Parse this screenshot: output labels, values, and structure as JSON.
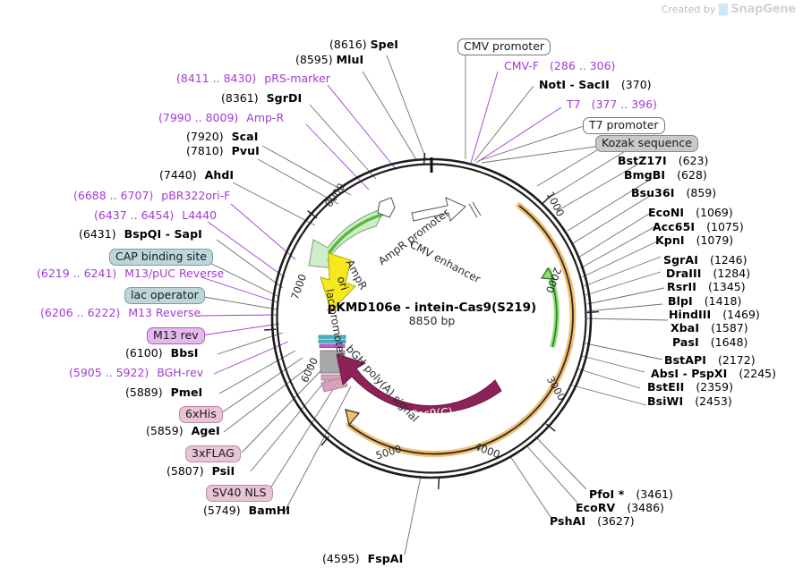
{
  "watermark": {
    "prefix": "Created by",
    "brand": "SnapGene",
    "icon": "snapgene-drop-icon"
  },
  "plasmid": {
    "name": "pKMD106e - intein-Cas9(S219)",
    "size": "8850 bp",
    "total_bp": 8850,
    "tick_labels": [
      "1000",
      "2000",
      "3000",
      "4000",
      "5000",
      "6000",
      "7000",
      "8000"
    ]
  },
  "colors": {
    "enzyme_text": "#000000",
    "primer_text": "#a23bd6",
    "backbone": "#1c1c1c",
    "ampr_fill": "#ccefc8",
    "ampr_stroke": "#8fbd8a",
    "ampr_arrow": "#49a832",
    "ori_fill": "#f7e81e",
    "ori_stroke": "#c9bc0c",
    "cas9_fill": "#8c2257",
    "orange_arc": "#f0b24a",
    "green_arc": "#6fbf3f",
    "gray_feature": "#a8a8a8",
    "pink_feature": "#d9a0bb",
    "teal_feature": "#3fb6c8",
    "magenta_feature": "#c060c9"
  },
  "center_features": [
    {
      "name": "AmpR",
      "label": "AmpR",
      "type": "cds"
    },
    {
      "name": "AmpR promoter",
      "label": "AmpR promoter",
      "type": "promoter"
    },
    {
      "name": "CMV enhancer",
      "label": "CMV enhancer",
      "type": "enhancer"
    },
    {
      "name": "ori",
      "label": "ori",
      "type": "rep_origin"
    },
    {
      "name": "lac promoter",
      "label": "lac promoter",
      "type": "promoter"
    },
    {
      "name": "bGH poly(A) signal",
      "label": "bGH poly(A) signal",
      "type": "polyA"
    },
    {
      "name": "Cas9(C)",
      "label": "Cas9(C)",
      "type": "cds"
    }
  ],
  "labels_top": [
    {
      "kind": "enzyme",
      "pos": "(8616)",
      "name": "SpeI"
    },
    {
      "kind": "enzyme",
      "pos": "(8595)",
      "name": "MluI"
    },
    {
      "kind": "boxed",
      "style": "white",
      "name": "CMV promoter"
    },
    {
      "kind": "primer",
      "name": "CMV-F",
      "pos": "(286 .. 306)"
    },
    {
      "kind": "enzyme",
      "name": "NotI  -  SacII",
      "pos": "(370)"
    },
    {
      "kind": "primer",
      "name": "T7",
      "pos": "(377 .. 396)"
    },
    {
      "kind": "boxed",
      "style": "white",
      "name": "T7 promoter"
    },
    {
      "kind": "boxed",
      "style": "gray",
      "name": "Kozak sequence"
    }
  ],
  "labels_left": [
    {
      "kind": "primer",
      "pos": "(8411 .. 8430)",
      "name": "pRS-marker"
    },
    {
      "kind": "enzyme",
      "pos": "(8361)",
      "name": "SgrDI"
    },
    {
      "kind": "primer",
      "pos": "(7990 .. 8009)",
      "name": "Amp-R"
    },
    {
      "kind": "enzyme",
      "pos": "(7920)",
      "name": "ScaI"
    },
    {
      "kind": "enzyme",
      "pos": "(7810)",
      "name": "PvuI"
    },
    {
      "kind": "enzyme",
      "pos": "(7440)",
      "name": "AhdI"
    },
    {
      "kind": "primer",
      "pos": "(6688 .. 6707)",
      "name": "pBR322ori-F"
    },
    {
      "kind": "primer",
      "pos": "(6437 .. 6454)",
      "name": "L4440"
    },
    {
      "kind": "enzyme",
      "pos": "(6431)",
      "name": "BspQI  -  SapI"
    },
    {
      "kind": "boxed",
      "style": "teal",
      "name": "CAP binding site"
    },
    {
      "kind": "primer",
      "pos": "(6219 .. 6241)",
      "name": "M13/pUC Reverse"
    },
    {
      "kind": "boxed",
      "style": "teal",
      "name": "lac operator"
    },
    {
      "kind": "primer",
      "pos": "(6206 .. 6222)",
      "name": "M13 Reverse"
    },
    {
      "kind": "boxed",
      "style": "violet",
      "name": "M13 rev"
    },
    {
      "kind": "enzyme",
      "pos": "(6100)",
      "name": "BbsI"
    },
    {
      "kind": "primer",
      "pos": "(5905 .. 5922)",
      "name": "BGH-rev"
    },
    {
      "kind": "enzyme",
      "pos": "(5889)",
      "name": "PmeI"
    },
    {
      "kind": "boxed",
      "style": "pink",
      "name": "6xHis"
    },
    {
      "kind": "enzyme",
      "pos": "(5859)",
      "name": "AgeI"
    },
    {
      "kind": "boxed",
      "style": "pink",
      "name": "3xFLAG"
    },
    {
      "kind": "enzyme",
      "pos": "(5807)",
      "name": "PsiI"
    },
    {
      "kind": "boxed",
      "style": "pink",
      "name": "SV40 NLS"
    },
    {
      "kind": "enzyme",
      "pos": "(5749)",
      "name": "BamHI"
    }
  ],
  "labels_right": [
    {
      "kind": "enzyme",
      "name": "BstZ17I",
      "pos": "(623)"
    },
    {
      "kind": "enzyme",
      "name": "BmgBI",
      "pos": "(628)"
    },
    {
      "kind": "enzyme",
      "name": "Bsu36I",
      "pos": "(859)"
    },
    {
      "kind": "enzyme",
      "name": "EcoNI",
      "pos": "(1069)"
    },
    {
      "kind": "enzyme",
      "name": "Acc65I",
      "pos": "(1075)"
    },
    {
      "kind": "enzyme",
      "name": "KpnI",
      "pos": "(1079)"
    },
    {
      "kind": "enzyme",
      "name": "SgrAI",
      "pos": "(1246)"
    },
    {
      "kind": "enzyme",
      "name": "DraIII",
      "pos": "(1284)"
    },
    {
      "kind": "enzyme",
      "name": "RsrII",
      "pos": "(1345)"
    },
    {
      "kind": "enzyme",
      "name": "BlpI",
      "pos": "(1418)"
    },
    {
      "kind": "enzyme",
      "name": "HindIII",
      "pos": "(1469)"
    },
    {
      "kind": "enzyme",
      "name": "XbaI",
      "pos": "(1587)"
    },
    {
      "kind": "enzyme",
      "name": "PasI",
      "pos": "(1648)"
    },
    {
      "kind": "enzyme",
      "name": "BstAPI",
      "pos": "(2172)"
    },
    {
      "kind": "enzyme",
      "name": "AbsI  -  PspXI",
      "pos": "(2245)"
    },
    {
      "kind": "enzyme",
      "name": "BstEII",
      "pos": "(2359)"
    },
    {
      "kind": "enzyme",
      "name": "BsiWI",
      "pos": "(2453)"
    }
  ],
  "labels_bottom": [
    {
      "kind": "enzyme",
      "name": "PfoI *",
      "pos": "(3461)"
    },
    {
      "kind": "enzyme",
      "name": "EcoRV",
      "pos": "(3486)"
    },
    {
      "kind": "enzyme",
      "name": "PshAI",
      "pos": "(3627)"
    },
    {
      "kind": "enzyme",
      "pos": "(4595)",
      "name": "FspAI"
    }
  ]
}
